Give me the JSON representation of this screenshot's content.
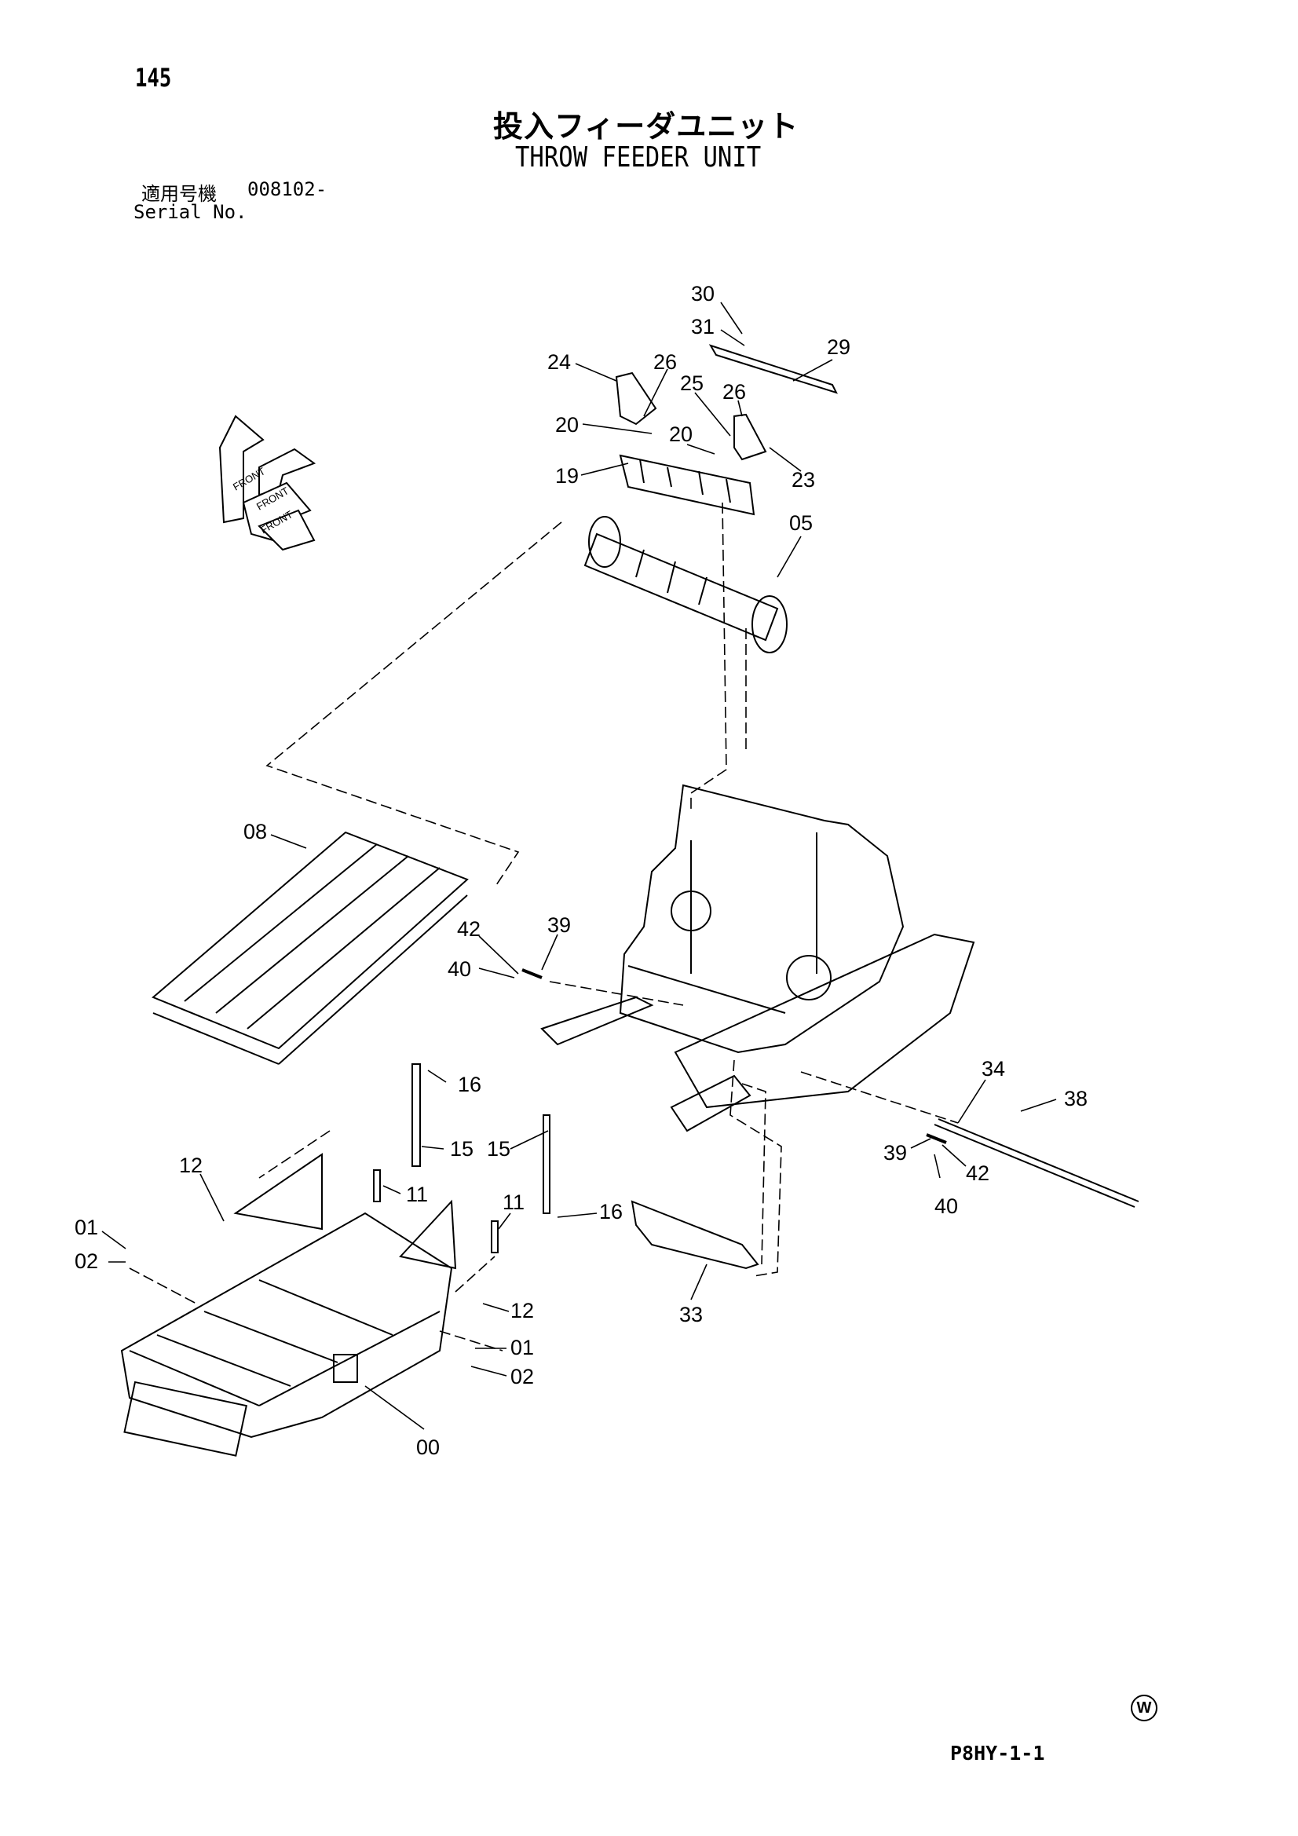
{
  "header": {
    "page_number": "145",
    "title_jp": "投入フィーダユニット",
    "title_en": "THROW FEEDER UNIT",
    "serial_label_jp": "適用号機",
    "serial_value": "008102-",
    "serial_label_en": "Serial No."
  },
  "footer": {
    "drawing_code": "P8HY-1-1",
    "mark": "W"
  },
  "compass": [
    "FRONT",
    "FRONT",
    "FRONT"
  ],
  "callouts": [
    {
      "id": "c30",
      "text": "30"
    },
    {
      "id": "c31",
      "text": "31"
    },
    {
      "id": "c29",
      "text": "29"
    },
    {
      "id": "c24",
      "text": "24"
    },
    {
      "id": "c26a",
      "text": "26"
    },
    {
      "id": "c25",
      "text": "25"
    },
    {
      "id": "c26b",
      "text": "26"
    },
    {
      "id": "c20a",
      "text": "20"
    },
    {
      "id": "c20b",
      "text": "20"
    },
    {
      "id": "c19",
      "text": "19"
    },
    {
      "id": "c23",
      "text": "23"
    },
    {
      "id": "c05",
      "text": "05"
    },
    {
      "id": "c08",
      "text": "08"
    },
    {
      "id": "c42a",
      "text": "42"
    },
    {
      "id": "c39a",
      "text": "39"
    },
    {
      "id": "c40a",
      "text": "40"
    },
    {
      "id": "c34",
      "text": "34"
    },
    {
      "id": "c38",
      "text": "38"
    },
    {
      "id": "c39b",
      "text": "39"
    },
    {
      "id": "c42b",
      "text": "42"
    },
    {
      "id": "c40b",
      "text": "40"
    },
    {
      "id": "c16a",
      "text": "16"
    },
    {
      "id": "c15a",
      "text": "15"
    },
    {
      "id": "c15b",
      "text": "15"
    },
    {
      "id": "c12a",
      "text": "12"
    },
    {
      "id": "c11a",
      "text": "11"
    },
    {
      "id": "c11b",
      "text": "11"
    },
    {
      "id": "c16b",
      "text": "16"
    },
    {
      "id": "c01a",
      "text": "01"
    },
    {
      "id": "c02a",
      "text": "02"
    },
    {
      "id": "c33",
      "text": "33"
    },
    {
      "id": "c12b",
      "text": "12"
    },
    {
      "id": "c01b",
      "text": "01"
    },
    {
      "id": "c02b",
      "text": "02"
    },
    {
      "id": "c00",
      "text": "00"
    }
  ]
}
